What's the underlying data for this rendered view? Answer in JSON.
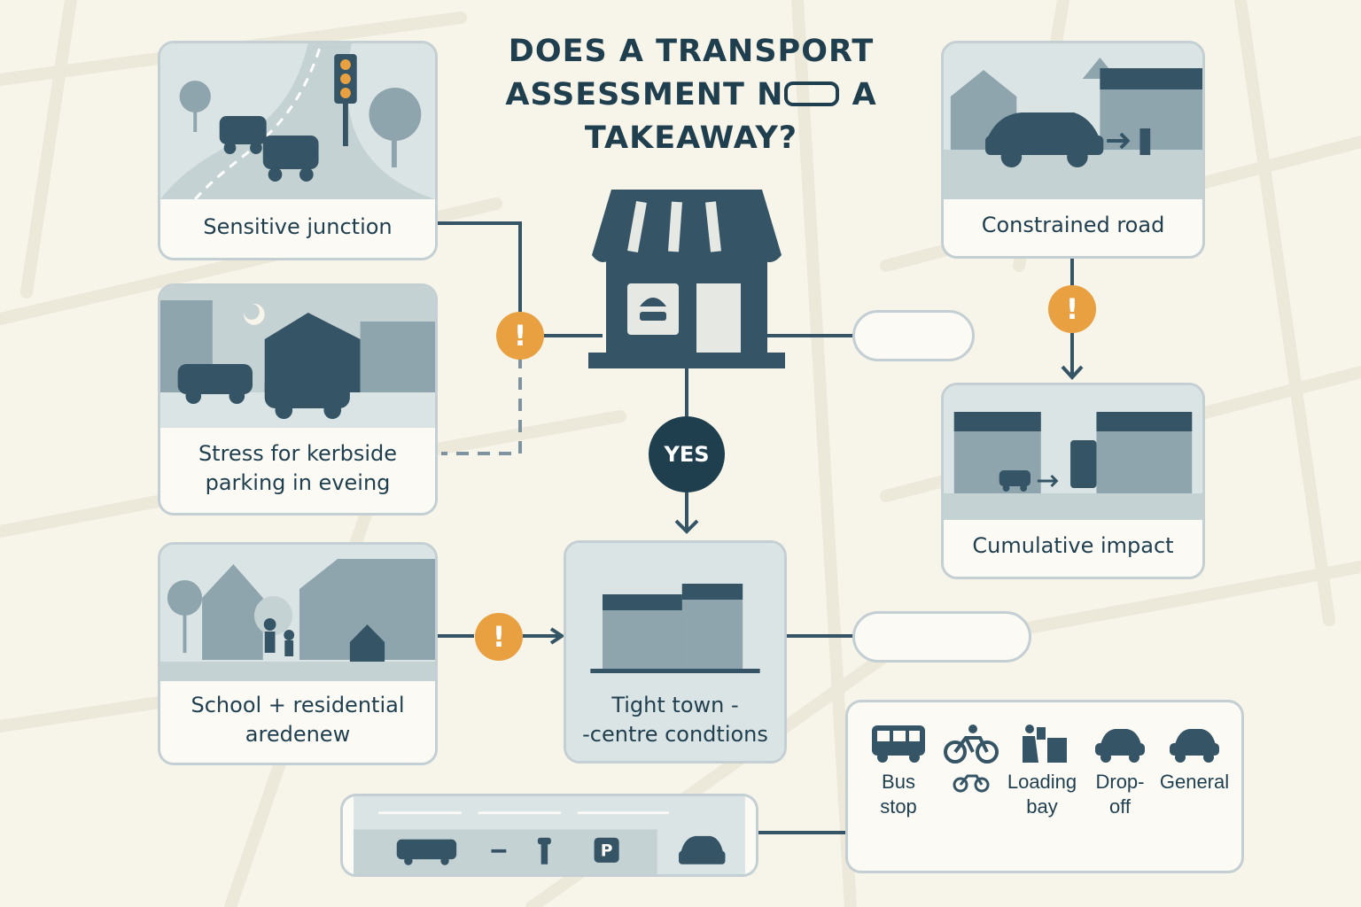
{
  "title": {
    "line1": "DOES A TRANSPORT",
    "line2": "ASSESSMENT N",
    "line2_end": " A",
    "line3": "TAKEAWAY?"
  },
  "center": {
    "yes_label": "YES"
  },
  "cards": {
    "sensitive_junction": "Sensitive junction",
    "kerbside_line1": "Stress for kerbside",
    "kerbside_line2": "parking in eveing",
    "school_line1": "School + residential",
    "school_line2": "aredenew",
    "constrained_road": "Constrained road",
    "cumulative_impact": "Cumulative impact",
    "town_centre_line1": "Tight town -",
    "town_centre_line2": "-centre condtions"
  },
  "warning_symbol": "!",
  "legend": {
    "items": [
      {
        "icon": "bus-icon",
        "line1": "Bus",
        "line2": "stop"
      },
      {
        "icon": "bicycle-icon",
        "line1": "",
        "line2": ""
      },
      {
        "icon": "loading-icon",
        "line1": "Loading",
        "line2": "bay"
      },
      {
        "icon": "car-icon",
        "line1": "Drop-",
        "line2": "off"
      },
      {
        "icon": "car-icon",
        "line1": "General",
        "line2": ""
      }
    ]
  },
  "colors": {
    "navy": "#1f3f4f",
    "warning": "#e8a040",
    "card_border": "#c3cfd2",
    "illustration_bg": "#dbe4e4",
    "background": "#f7f4ea"
  }
}
